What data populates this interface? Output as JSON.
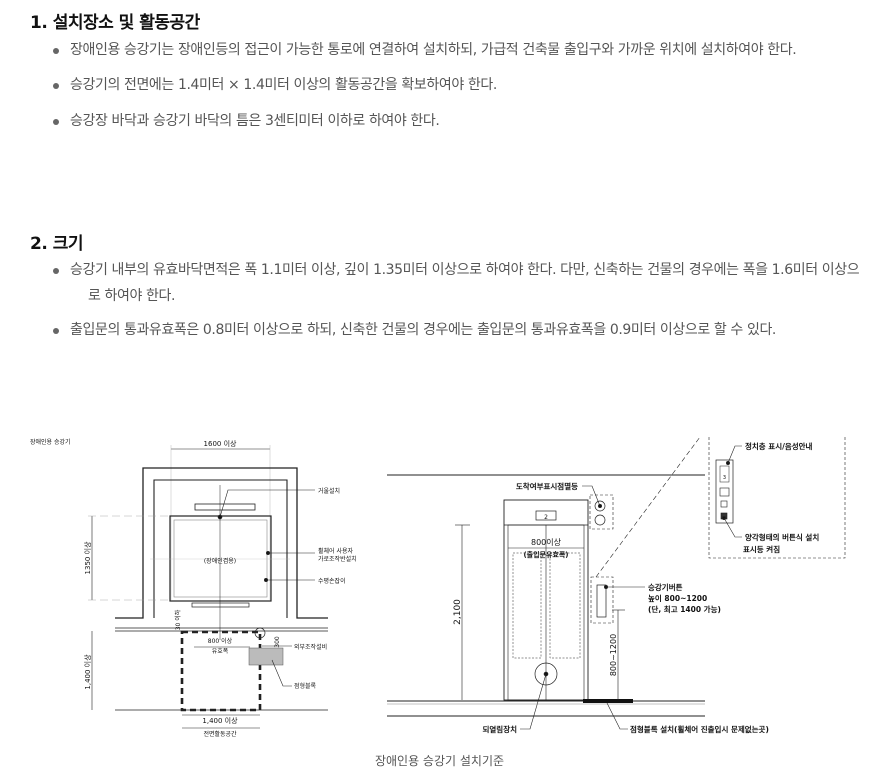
{
  "section1": {
    "heading": "1. 설치장소 및 활동공간",
    "bullets": [
      "장애인용 승강기는 장애인등의 접근이 가능한 통로에 연결하여 설치하되, 가급적 건축물 출입구와 가까운 위치에 설치하여야 한다.",
      "승강기의 전면에는 1.4미터 × 1.4미터 이상의 활동공간을 확보하여야 한다.",
      "승강장 바닥과 승강기 바닥의 틈은 3센티미터 이하로 하여야 한다."
    ]
  },
  "section2": {
    "heading": "2. 크기",
    "bullets": [
      "승강기 내부의 유효바닥면적은 폭 1.1미터 이상, 깊이 1.35미터 이상으로 하여야 한다. 다만, 신축하는 건물의 경우에는 폭을 1.6미터 이상으로 하여야 한다.",
      "출입문의 통과유효폭은 0.8미터 이상으로 하되, 신축한 건물의 경우에는 출입문의 통과유효폭을 0.9미터 이상으로 할 수 있다."
    ]
  },
  "figure": {
    "caption": "장애인용 승강기 설치기준",
    "plan": {
      "title": "장애인용 승강기",
      "width_dim": "1600 이상",
      "depth_dim": "1350 이상",
      "car_label": "(장애인겸용)",
      "mirror": "거울설치",
      "wheelchair_panel_1": "휠체어 사용자",
      "wheelchair_panel_2": "가로조작반설치",
      "handrail": "수평손잡이",
      "gap_dim": "30 이하",
      "door_dim": "800 이상",
      "door_label": "유효폭",
      "panel_dim": "300",
      "outer_panel": "외부조작설비",
      "tactile": "점형블록",
      "front_depth_dim": "1,400 이상",
      "front_width_dim": "1,400 이상",
      "front_label": "전면활동공간"
    },
    "elevation": {
      "arrival_lamp": "도착여부표시점멸등",
      "floor_number": "2",
      "door_dim": "800이상",
      "door_label": "(출입문유효폭)",
      "height_dim": "2,100",
      "button_1": "승강기버튼",
      "button_2": "높이 800~1200",
      "button_3": "(단, 최고 1400 가능)",
      "button_dim": "800~1200",
      "reopen": "되열림장치",
      "tactile": "점형블록 설치(휠체어 진출입시 문제없는곳)",
      "inset_1": "정치층 표시/음성안내",
      "inset_2": "양각형태의 버튼식 설치",
      "inset_3": "표시등 켜짐",
      "inset_floor": "3"
    }
  }
}
